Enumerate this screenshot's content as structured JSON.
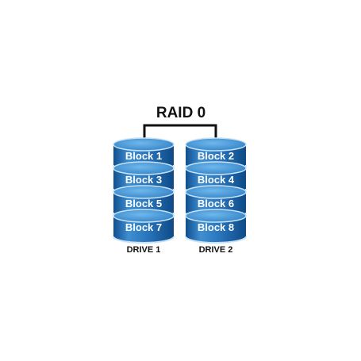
{
  "title": "RAID 0",
  "colors": {
    "disk_body_light": "#3f8fd0",
    "disk_body_dark": "#0f4f8f",
    "disk_top": "#5aa9e4",
    "disk_rim": "#c9e2f5",
    "connector": "#111111",
    "text_dark": "#111111",
    "text_light": "#ffffff"
  },
  "drives": [
    {
      "label": "DRIVE 1",
      "blocks": [
        "Block 1",
        "Block 3",
        "Block 5",
        "Block 7"
      ]
    },
    {
      "label": "DRIVE 2",
      "blocks": [
        "Block 2",
        "Block 4",
        "Block 6",
        "Block 8"
      ]
    }
  ]
}
